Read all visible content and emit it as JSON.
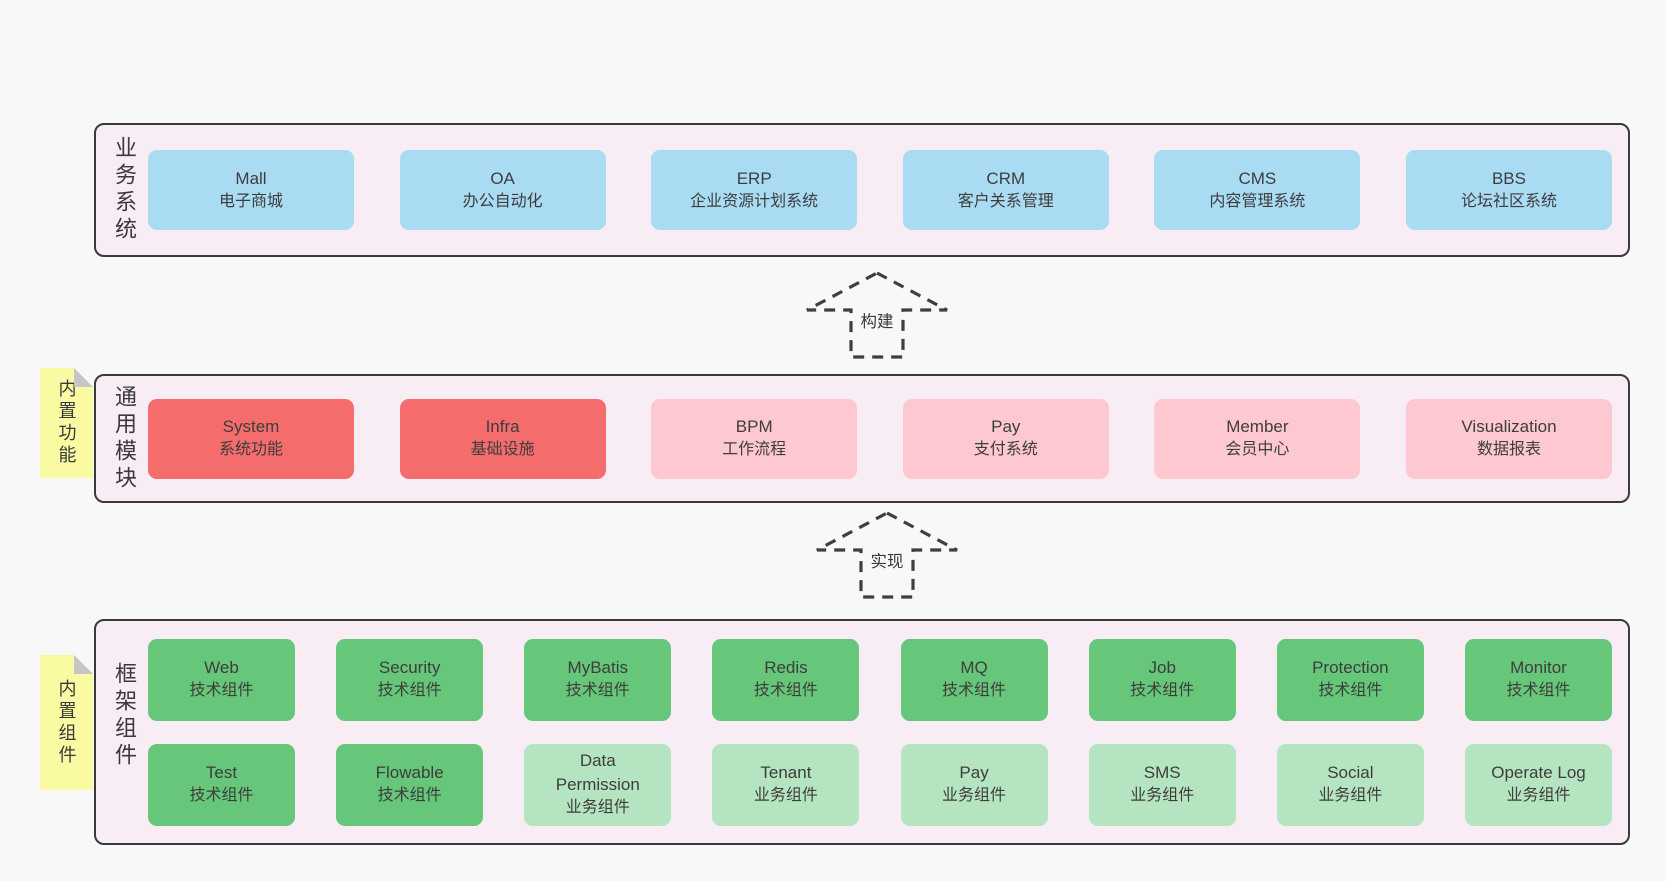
{
  "page": {
    "background": "#f8f8f8"
  },
  "colors": {
    "panel_bg": "#f8edf5",
    "panel_border": "#3a3a3a",
    "blue_box": "#a9dbf3",
    "red_box": "#f56c6c",
    "pink_box": "#fec8d0",
    "green_box": "#66c77a",
    "light_green_box": "#b5e5c0",
    "note_yellow": "#fafaa3",
    "note_fold_gray": "#c6c6c8",
    "text": "#3d3d3d"
  },
  "arrows": {
    "build": "构建",
    "implement": "实现"
  },
  "sections": {
    "business": {
      "label": "业务系统",
      "boxes": [
        {
          "name": "Mall",
          "desc": "电子商城"
        },
        {
          "name": "OA",
          "desc": "办公自动化"
        },
        {
          "name": "ERP",
          "desc": "企业资源计划系统"
        },
        {
          "name": "CRM",
          "desc": "客户关系管理"
        },
        {
          "name": "CMS",
          "desc": "内容管理系统"
        },
        {
          "name": "BBS",
          "desc": "论坛社区系统"
        }
      ]
    },
    "modules": {
      "label": "通用模块",
      "note": "内置功能",
      "boxes": [
        {
          "name": "System",
          "desc": "系统功能",
          "variant": "red"
        },
        {
          "name": "Infra",
          "desc": "基础设施",
          "variant": "red"
        },
        {
          "name": "BPM",
          "desc": "工作流程",
          "variant": "pink"
        },
        {
          "name": "Pay",
          "desc": "支付系统",
          "variant": "pink"
        },
        {
          "name": "Member",
          "desc": "会员中心",
          "variant": "pink"
        },
        {
          "name": "Visualization",
          "desc": "数据报表",
          "variant": "pink"
        }
      ]
    },
    "framework": {
      "label": "框架组件",
      "note": "内置组件",
      "row1": [
        {
          "name": "Web",
          "desc": "技术组件",
          "variant": "green"
        },
        {
          "name": "Security",
          "desc": "技术组件",
          "variant": "green"
        },
        {
          "name": "MyBatis",
          "desc": "技术组件",
          "variant": "green"
        },
        {
          "name": "Redis",
          "desc": "技术组件",
          "variant": "green"
        },
        {
          "name": "MQ",
          "desc": "技术组件",
          "variant": "green"
        },
        {
          "name": "Job",
          "desc": "技术组件",
          "variant": "green"
        },
        {
          "name": "Protection",
          "desc": "技术组件",
          "variant": "green"
        },
        {
          "name": "Monitor",
          "desc": "技术组件",
          "variant": "green"
        }
      ],
      "row2": [
        {
          "name": "Test",
          "desc": "技术组件",
          "variant": "green"
        },
        {
          "name": "Flowable",
          "desc": "技术组件",
          "variant": "green"
        },
        {
          "name": "Data Permission",
          "desc": "业务组件",
          "variant": "light_green"
        },
        {
          "name": "Tenant",
          "desc": "业务组件",
          "variant": "light_green"
        },
        {
          "name": "Pay",
          "desc": "业务组件",
          "variant": "light_green"
        },
        {
          "name": "SMS",
          "desc": "业务组件",
          "variant": "light_green"
        },
        {
          "name": "Social",
          "desc": "业务组件",
          "variant": "light_green"
        },
        {
          "name": "Operate Log",
          "desc": "业务组件",
          "variant": "light_green"
        }
      ]
    }
  }
}
